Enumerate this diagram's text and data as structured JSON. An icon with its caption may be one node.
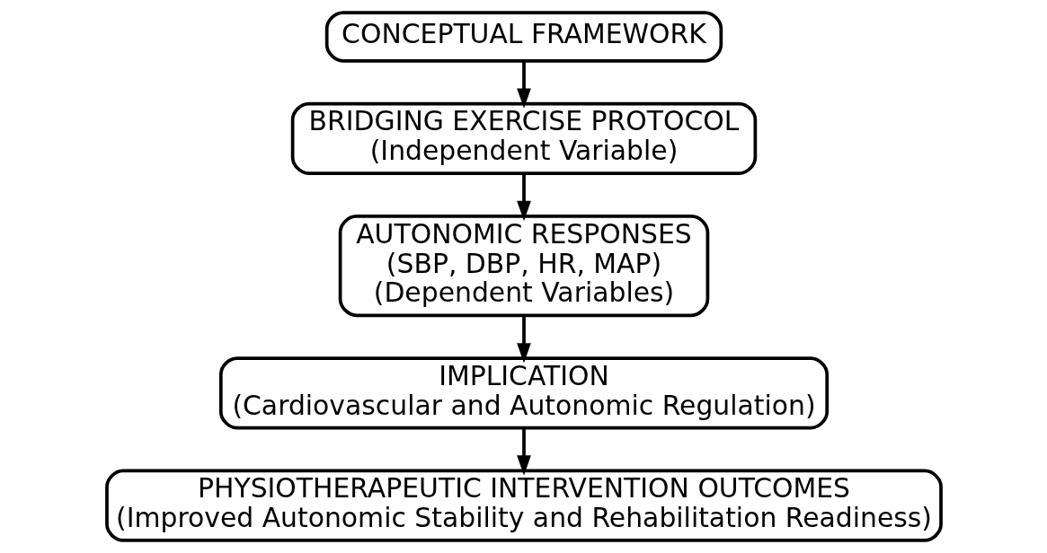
{
  "diagram": {
    "nodes": [
      {
        "text": [
          "CONCEPTUAL FRAMEWORK"
        ]
      },
      {
        "text": [
          "BRIDGING EXERCISE PROTOCOL",
          "(Independent Variable)"
        ]
      },
      {
        "text": [
          "AUTONOMIC RESPONSES",
          "(SBP, DBP, HR, MAP)",
          "(Dependent Variables)"
        ]
      },
      {
        "text": [
          "IMPLICATION",
          "(Cardiovascular and Autonomic Regulation)"
        ]
      },
      {
        "text": [
          "PHYSIOTHERAPEUTIC INTERVENTION OUTCOMES",
          "(Improved Autonomic Stability and Rehabilitation Readiness)"
        ]
      }
    ],
    "edges": [
      {
        "from": 0,
        "to": 1,
        "arrow": "to"
      },
      {
        "from": 1,
        "to": 2,
        "arrow": "to"
      },
      {
        "from": 2,
        "to": 3,
        "arrow": "to"
      },
      {
        "from": 3,
        "to": 4,
        "arrow": "to"
      }
    ]
  }
}
